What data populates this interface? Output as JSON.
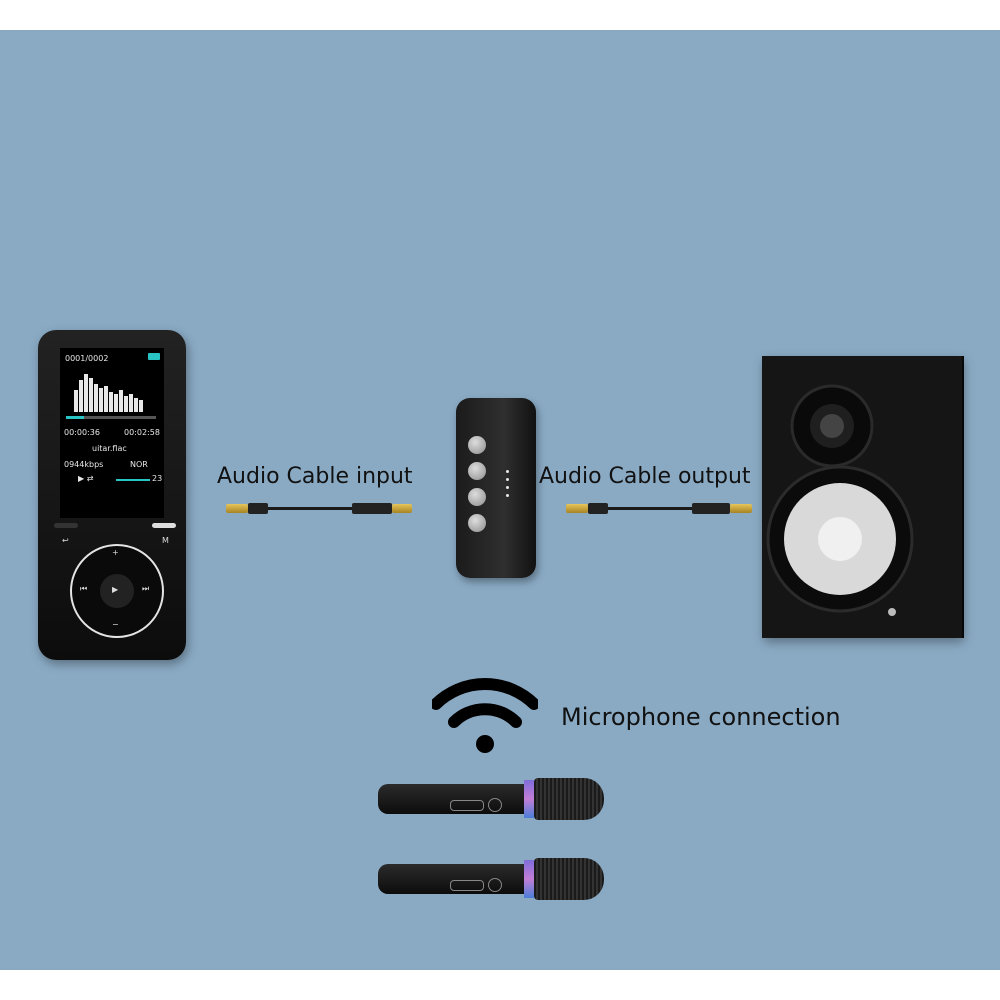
{
  "labels": {
    "input": "Audio Cable input",
    "output": "Audio Cable  output",
    "microphone": "Microphone connection"
  },
  "player_screen": {
    "track_counter": "0001/0002",
    "elapsed": "00:00:36",
    "total": "00:02:58",
    "filename": "uitar.flac",
    "bitrate": "0944kbps",
    "eq_mode": "NOR",
    "volume": "23",
    "progress_fraction": 0.2
  },
  "player_buttons": {
    "menu": "M",
    "back": "↩",
    "plus": "+",
    "minus": "−",
    "prev": "⏮",
    "next": "⏭",
    "play": "▶"
  },
  "icons": {
    "wifi": "wifi-icon"
  },
  "colors": {
    "background_panel": "#8aaac4",
    "mic_ring": "#c27dd6",
    "screen_accent": "#29c4c4"
  }
}
